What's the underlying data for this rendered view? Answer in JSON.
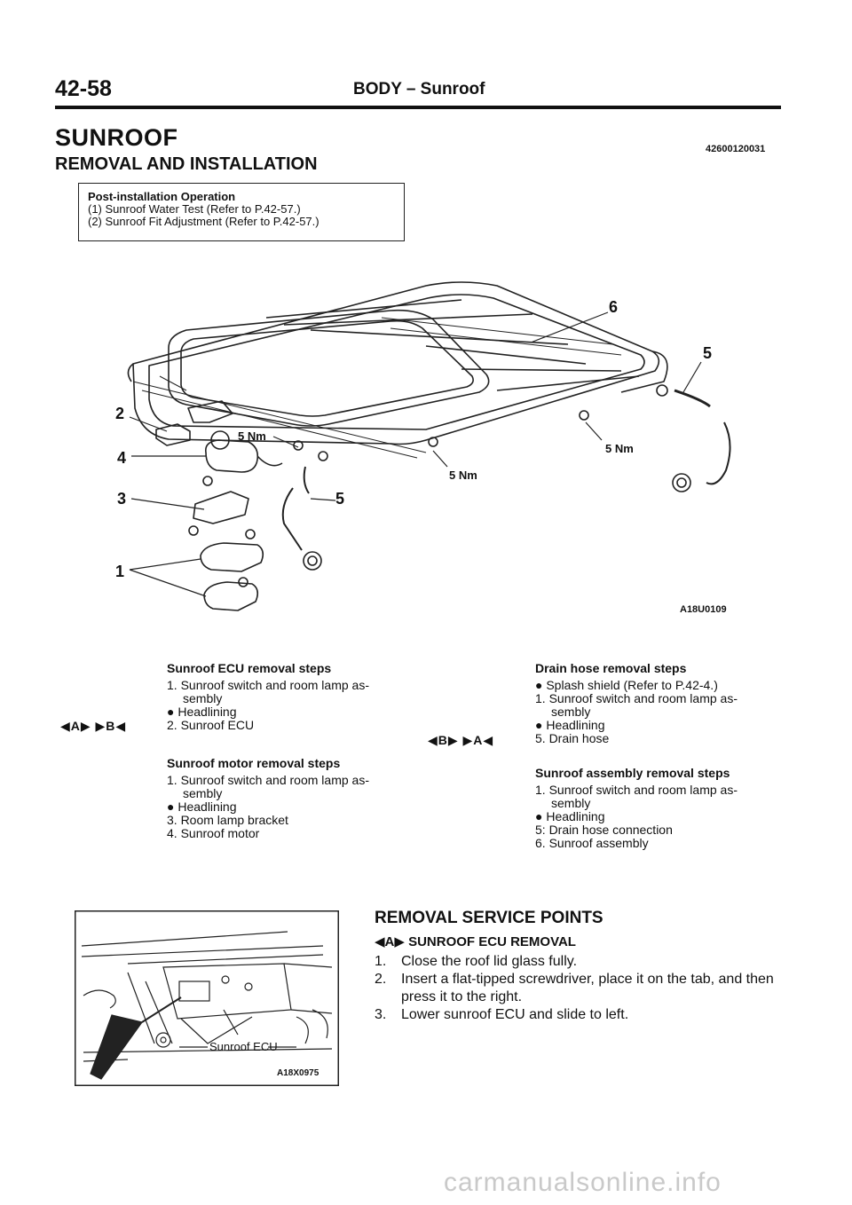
{
  "header": {
    "page_number": "42-58",
    "title": "BODY – Sunroof"
  },
  "section": {
    "title": "SUNROOF",
    "code": "42600120031",
    "subtitle": "REMOVAL AND INSTALLATION"
  },
  "post_installation": {
    "heading": "Post-installation Operation",
    "lines": [
      "(1)  Sunroof Water Test (Refer to P.42-57.)",
      "(2)  Sunroof Fit Adjustment (Refer to P.42-57.)"
    ]
  },
  "diagram": {
    "figure_code": "A18U0109",
    "callouts": [
      "1",
      "2",
      "3",
      "4",
      "5",
      "5",
      "6"
    ],
    "torque_labels": [
      "5 Nm",
      "5 Nm",
      "5 Nm"
    ]
  },
  "procedures": {
    "ecu": {
      "title": "Sunroof ECU removal steps",
      "steps": [
        "1. Sunroof switch and room lamp as-",
        "sembly",
        "● Headlining",
        "2. Sunroof ECU"
      ],
      "markers": "◀A▶  ▶B◀"
    },
    "motor": {
      "title": "Sunroof motor removal steps",
      "steps": [
        "1. Sunroof switch and room lamp as-",
        "sembly",
        "● Headlining",
        "3. Room lamp bracket",
        "4. Sunroof motor"
      ]
    },
    "drain": {
      "title": "Drain hose removal steps",
      "steps": [
        "● Splash shield (Refer to P.42-4.)",
        "1. Sunroof switch and room lamp as-",
        "sembly",
        "● Headlining",
        "5. Drain hose"
      ],
      "markers": "◀B▶  ▶A◀"
    },
    "assembly": {
      "title": "Sunroof assembly removal steps",
      "steps": [
        "1. Sunroof switch and room lamp as-",
        "sembly",
        "● Headlining",
        "5: Drain hose connection",
        "6. Sunroof assembly"
      ]
    }
  },
  "inset": {
    "label": "Sunroof ECU",
    "figure_code": "A18X0975"
  },
  "removal_service": {
    "title": "REMOVAL SERVICE POINTS",
    "subtitle": "◀A▶ SUNROOF ECU REMOVAL",
    "steps": [
      {
        "num": "1.",
        "text": "Close the roof lid glass fully."
      },
      {
        "num": "2.",
        "text": "Insert a flat-tipped screwdriver, place it on the tab, and then press it to the right."
      },
      {
        "num": "3.",
        "text": "Lower sunroof ECU and slide to left."
      }
    ]
  },
  "watermark": "carmanualsonline.info"
}
